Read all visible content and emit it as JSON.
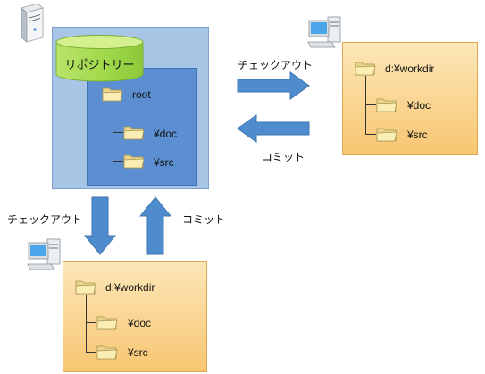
{
  "repository": {
    "label": "リポジトリー",
    "root": "root",
    "children": [
      "¥doc",
      "¥src"
    ]
  },
  "workdir_right": {
    "root": "d:¥workdir",
    "children": [
      "¥doc",
      "¥src"
    ]
  },
  "workdir_bottom": {
    "root": "d:¥workdir",
    "children": [
      "¥doc",
      "¥src"
    ]
  },
  "arrows": {
    "checkout_right": "チェックアウト",
    "commit_right": "コミット",
    "checkout_bottom": "チェックアウト",
    "commit_bottom": "コミット"
  },
  "icons": [
    "server-icon",
    "computer-icon",
    "folder-icon",
    "database-icon"
  ],
  "colors": {
    "repo_outer": "#a9c5e6",
    "repo_inner": "#5b8fd1",
    "cylinder": "#9bd34a",
    "workdir": "#f7c672",
    "arrow": "#4f8cce"
  }
}
